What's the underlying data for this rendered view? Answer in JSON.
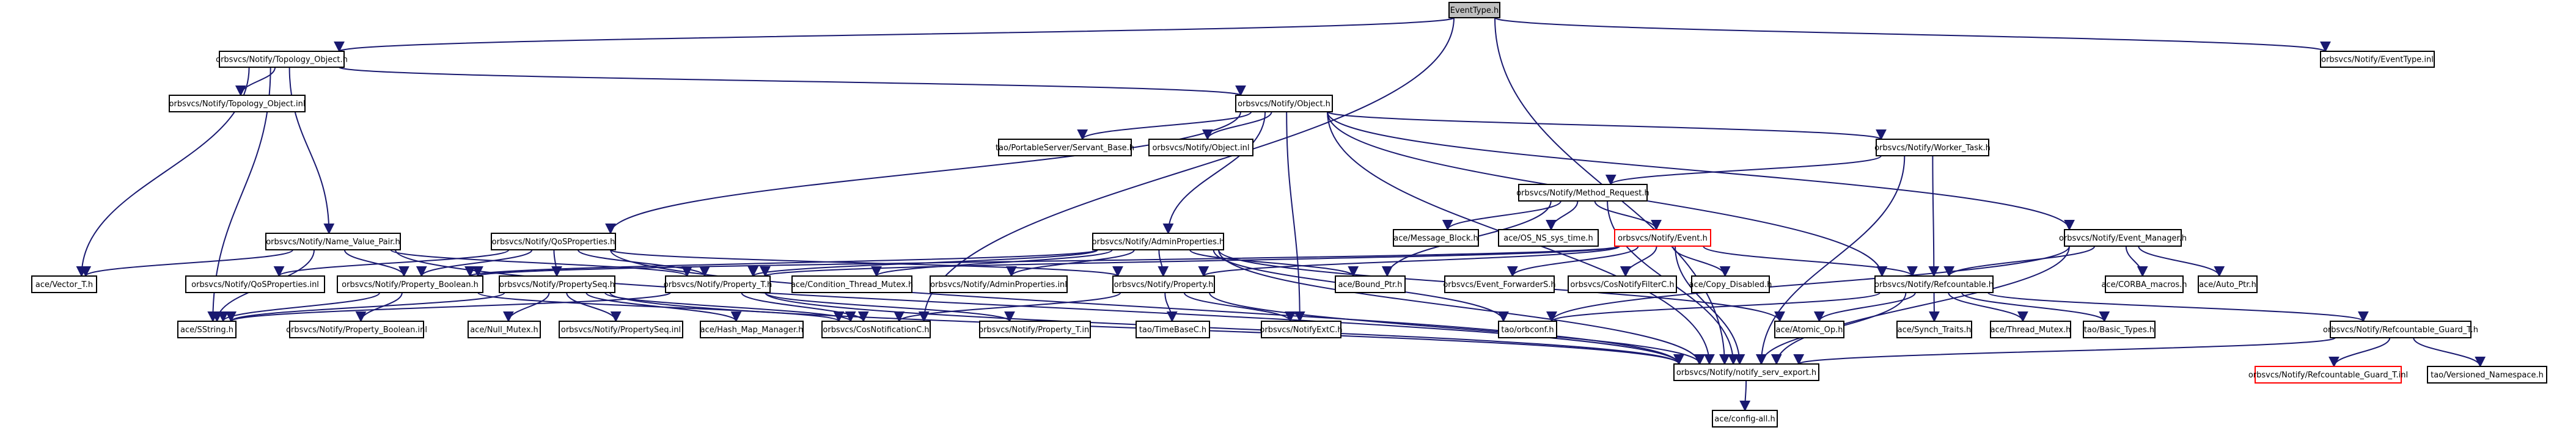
{
  "nodes": [
    {
      "id": "EventType_h",
      "label": "EventType.h",
      "root": true
    },
    {
      "id": "Topology_Object_h",
      "label": "orbsvcs/Notify/Topology_Object.h"
    },
    {
      "id": "EventType_inl",
      "label": "orbsvcs/Notify/EventType.inl"
    },
    {
      "id": "Topology_Object_inl",
      "label": "orbsvcs/Notify/Topology_Object.inl"
    },
    {
      "id": "Object_h",
      "label": "orbsvcs/Notify/Object.h"
    },
    {
      "id": "PortableServer_h",
      "label": "tao/PortableServer/Servant_Base.h"
    },
    {
      "id": "Object_inl",
      "label": "orbsvcs/Notify/Object.inl"
    },
    {
      "id": "Worker_Task_h",
      "label": "orbsvcs/Notify/Worker_Task.h"
    },
    {
      "id": "Method_Request_h",
      "label": "orbsvcs/Notify/Method_Request.h"
    },
    {
      "id": "Message_Block_h",
      "label": "ace/Message_Block.h"
    },
    {
      "id": "OS_NS_sys_time_h",
      "label": "ace/OS_NS_sys_time.h"
    },
    {
      "id": "Event_h",
      "label": "orbsvcs/Notify/Event.h",
      "red": true
    },
    {
      "id": "Event_Manager_h",
      "label": "orbsvcs/Notify/Event_Manager.h"
    },
    {
      "id": "Name_Value_Pair_h",
      "label": "orbsvcs/Notify/Name_Value_Pair.h"
    },
    {
      "id": "QoSProperties_h",
      "label": "orbsvcs/Notify/QoSProperties.h"
    },
    {
      "id": "AdminProperties_h",
      "label": "orbsvcs/Notify/AdminProperties.h"
    },
    {
      "id": "Vector_T_h",
      "label": "ace/Vector_T.h"
    },
    {
      "id": "QoSProperties_inl",
      "label": "orbsvcs/Notify/QoSProperties.inl"
    },
    {
      "id": "Property_Boolean_h",
      "label": "orbsvcs/Notify/Property_Boolean.h"
    },
    {
      "id": "PropertySeq_h",
      "label": "orbsvcs/Notify/PropertySeq.h"
    },
    {
      "id": "Property_T_h",
      "label": "orbsvcs/Notify/Property_T.h"
    },
    {
      "id": "Condition_Thread_Mutex_h",
      "label": "ace/Condition_Thread_Mutex.h"
    },
    {
      "id": "AdminProperties_inl",
      "label": "orbsvcs/Notify/AdminProperties.inl"
    },
    {
      "id": "Property_h",
      "label": "orbsvcs/Notify/Property.h"
    },
    {
      "id": "Bound_Ptr_h",
      "label": "ace/Bound_Ptr.h"
    },
    {
      "id": "Event_ForwarderS_h",
      "label": "orbsvcs/Event_ForwarderS.h"
    },
    {
      "id": "CosNotifyFilterC_h",
      "label": "orbsvcs/CosNotifyFilterC.h"
    },
    {
      "id": "Copy_Disabled_h",
      "label": "ace/Copy_Disabled.h"
    },
    {
      "id": "Refcountable_h",
      "label": "orbsvcs/Notify/Refcountable.h"
    },
    {
      "id": "CORBA_macros_h",
      "label": "ace/CORBA_macros.h"
    },
    {
      "id": "Auto_Ptr_h",
      "label": "ace/Auto_Ptr.h"
    },
    {
      "id": "SString_h",
      "label": "ace/SString.h"
    },
    {
      "id": "Property_Boolean_inl",
      "label": "orbsvcs/Notify/Property_Boolean.inl"
    },
    {
      "id": "Null_Mutex_h",
      "label": "ace/Null_Mutex.h"
    },
    {
      "id": "PropertySeq_inl",
      "label": "orbsvcs/Notify/PropertySeq.inl"
    },
    {
      "id": "Hash_Map_Manager_h",
      "label": "ace/Hash_Map_Manager.h"
    },
    {
      "id": "CosNotificationC_h",
      "label": "orbsvcs/CosNotificationC.h"
    },
    {
      "id": "Property_T_inl",
      "label": "orbsvcs/Notify/Property_T.inl"
    },
    {
      "id": "TimeBaseC_h",
      "label": "tao/TimeBaseC.h"
    },
    {
      "id": "NotifyExtC_h",
      "label": "orbsvcs/NotifyExtC.h"
    },
    {
      "id": "orbconf_h",
      "label": "tao/orbconf.h"
    },
    {
      "id": "Atomic_Op_h",
      "label": "ace/Atomic_Op.h"
    },
    {
      "id": "Synch_Traits_h",
      "label": "ace/Synch_Traits.h"
    },
    {
      "id": "Thread_Mutex_h",
      "label": "ace/Thread_Mutex.h"
    },
    {
      "id": "Basic_Types_h",
      "label": "tao/Basic_Types.h"
    },
    {
      "id": "Refcountable_Guard_T_h",
      "label": "orbsvcs/Notify/Refcountable_Guard_T.h"
    },
    {
      "id": "notify_serv_export_h",
      "label": "orbsvcs/Notify/notify_serv_export.h"
    },
    {
      "id": "Refcountable_Guard_T_inl",
      "label": "orbsvcs/Notify/Refcountable_Guard_T.inl",
      "red": true
    },
    {
      "id": "Versioned_Namespace_h",
      "label": "tao/Versioned_Namespace.h"
    },
    {
      "id": "config_all_h",
      "label": "ace/config-all.h"
    }
  ],
  "edges": [
    [
      "EventType_h",
      "Topology_Object_h"
    ],
    [
      "EventType_h",
      "EventType_inl"
    ],
    [
      "EventType_h",
      "notify_serv_export_h"
    ],
    [
      "EventType_h",
      "CosNotificationC_h"
    ],
    [
      "Topology_Object_h",
      "Topology_Object_inl"
    ],
    [
      "Topology_Object_h",
      "Object_h"
    ],
    [
      "Topology_Object_h",
      "Name_Value_Pair_h"
    ],
    [
      "Topology_Object_h",
      "Vector_T_h"
    ],
    [
      "Topology_Object_h",
      "SString_h"
    ],
    [
      "Object_h",
      "PortableServer_h"
    ],
    [
      "Object_h",
      "Object_inl"
    ],
    [
      "Object_h",
      "Worker_Task_h"
    ],
    [
      "Object_h",
      "Event_Manager_h"
    ],
    [
      "Object_h",
      "QoSProperties_h"
    ],
    [
      "Object_h",
      "AdminProperties_h"
    ],
    [
      "Object_h",
      "Refcountable_h"
    ],
    [
      "Object_h",
      "NotifyExtC_h"
    ],
    [
      "Object_h",
      "notify_serv_export_h"
    ],
    [
      "Worker_Task_h",
      "Method_Request_h"
    ],
    [
      "Worker_Task_h",
      "Refcountable_h"
    ],
    [
      "Worker_Task_h",
      "notify_serv_export_h"
    ],
    [
      "Method_Request_h",
      "Message_Block_h"
    ],
    [
      "Method_Request_h",
      "OS_NS_sys_time_h"
    ],
    [
      "Method_Request_h",
      "Event_h"
    ],
    [
      "Method_Request_h",
      "Bound_Ptr_h"
    ],
    [
      "Method_Request_h",
      "notify_serv_export_h"
    ],
    [
      "Event_h",
      "Event_ForwarderS_h"
    ],
    [
      "Event_h",
      "CosNotifyFilterC_h"
    ],
    [
      "Event_h",
      "Copy_Disabled_h"
    ],
    [
      "Event_h",
      "Refcountable_h"
    ],
    [
      "Event_h",
      "Property_T_h"
    ],
    [
      "Event_h",
      "Property_h"
    ],
    [
      "Event_h",
      "Property_Boolean_h"
    ],
    [
      "Event_h",
      "notify_serv_export_h"
    ],
    [
      "Event_Manager_h",
      "Refcountable_h"
    ],
    [
      "Event_Manager_h",
      "CORBA_macros_h"
    ],
    [
      "Event_Manager_h",
      "Auto_Ptr_h"
    ],
    [
      "Event_Manager_h",
      "orbconf_h"
    ],
    [
      "Event_Manager_h",
      "notify_serv_export_h"
    ],
    [
      "Name_Value_Pair_h",
      "Property_Boolean_h"
    ],
    [
      "Name_Value_Pair_h",
      "Property_T_h"
    ],
    [
      "Name_Value_Pair_h",
      "Vector_T_h"
    ],
    [
      "Name_Value_Pair_h",
      "SString_h"
    ],
    [
      "Name_Value_Pair_h",
      "notify_serv_export_h"
    ],
    [
      "QoSProperties_h",
      "QoSProperties_inl"
    ],
    [
      "QoSProperties_h",
      "Property_Boolean_h"
    ],
    [
      "QoSProperties_h",
      "PropertySeq_h"
    ],
    [
      "QoSProperties_h",
      "Property_T_h"
    ],
    [
      "QoSProperties_h",
      "Property_h"
    ],
    [
      "QoSProperties_h",
      "notify_serv_export_h"
    ],
    [
      "AdminProperties_h",
      "Condition_Thread_Mutex_h"
    ],
    [
      "AdminProperties_h",
      "AdminProperties_inl"
    ],
    [
      "AdminProperties_h",
      "Property_h"
    ],
    [
      "AdminProperties_h",
      "Property_Boolean_h"
    ],
    [
      "AdminProperties_h",
      "Property_T_h"
    ],
    [
      "AdminProperties_h",
      "Bound_Ptr_h"
    ],
    [
      "AdminProperties_h",
      "Atomic_Op_h"
    ],
    [
      "AdminProperties_h",
      "orbconf_h"
    ],
    [
      "AdminProperties_h",
      "notify_serv_export_h"
    ],
    [
      "Property_Boolean_h",
      "Property_Boolean_inl"
    ],
    [
      "Property_Boolean_h",
      "CosNotificationC_h"
    ],
    [
      "Property_Boolean_h",
      "SString_h"
    ],
    [
      "PropertySeq_h",
      "Null_Mutex_h"
    ],
    [
      "PropertySeq_h",
      "PropertySeq_inl"
    ],
    [
      "PropertySeq_h",
      "Hash_Map_Manager_h"
    ],
    [
      "PropertySeq_h",
      "CosNotificationC_h"
    ],
    [
      "PropertySeq_h",
      "SString_h"
    ],
    [
      "PropertySeq_h",
      "notify_serv_export_h"
    ],
    [
      "Property_T_h",
      "Property_T_inl"
    ],
    [
      "Property_T_h",
      "CosNotificationC_h"
    ],
    [
      "Property_T_h",
      "SString_h"
    ],
    [
      "Property_T_h",
      "notify_serv_export_h"
    ],
    [
      "Property_h",
      "TimeBaseC_h"
    ],
    [
      "Property_h",
      "NotifyExtC_h"
    ],
    [
      "Property_h",
      "CosNotificationC_h"
    ],
    [
      "Property_h",
      "notify_serv_export_h"
    ],
    [
      "Refcountable_h",
      "Refcountable_Guard_T_h"
    ],
    [
      "Refcountable_h",
      "orbconf_h"
    ],
    [
      "Refcountable_h",
      "Atomic_Op_h"
    ],
    [
      "Refcountable_h",
      "Synch_Traits_h"
    ],
    [
      "Refcountable_h",
      "Thread_Mutex_h"
    ],
    [
      "Refcountable_h",
      "Basic_Types_h"
    ],
    [
      "Refcountable_h",
      "notify_serv_export_h"
    ],
    [
      "Refcountable_Guard_T_h",
      "Refcountable_Guard_T_inl"
    ],
    [
      "Refcountable_Guard_T_h",
      "Versioned_Namespace_h"
    ],
    [
      "Refcountable_Guard_T_h",
      "notify_serv_export_h"
    ],
    [
      "notify_serv_export_h",
      "config_all_h"
    ]
  ]
}
